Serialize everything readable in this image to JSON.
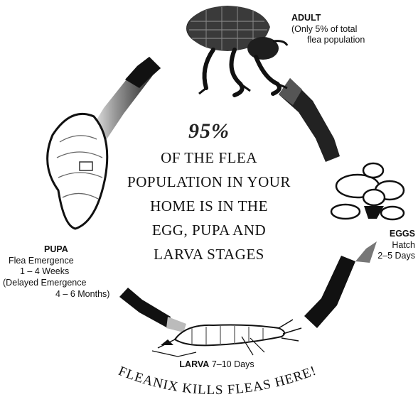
{
  "center": {
    "percent": "95%",
    "lines": [
      "OF THE FLEA",
      "POPULATION IN YOUR",
      "HOME IS IN THE",
      "EGG, PUPA AND",
      "LARVA STAGES"
    ]
  },
  "adult": {
    "title": "ADULT",
    "line1": "(Only 5% of total",
    "line2": "flea population"
  },
  "eggs": {
    "title": "EGGS",
    "line1": "Hatch",
    "line2": "2–5 Days"
  },
  "larva": {
    "title": "LARVA",
    "duration": "7–10 Days"
  },
  "pupa": {
    "title": "PUPA",
    "line1": "Flea Emergence",
    "line2": "1 – 4 Weeks",
    "line3": "(Delayed Emergence",
    "line4": "4 – 6 Months)"
  },
  "slogan": "FLEANIX  KILLS FLEAS HERE!",
  "colors": {
    "ink": "#111111",
    "paper": "#ffffff",
    "gray": "#888888"
  }
}
